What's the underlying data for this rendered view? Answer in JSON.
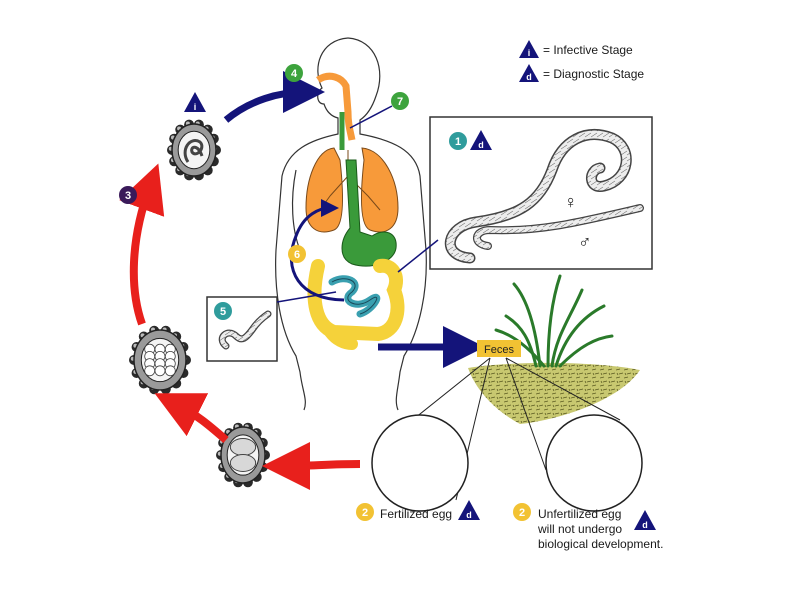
{
  "legend": {
    "infective_letter": "i",
    "infective_label": "= Infective Stage",
    "diagnostic_letter": "d",
    "diagnostic_label": "= Diagnostic Stage"
  },
  "steps": {
    "s1": "1",
    "s2a": "2",
    "s2b": "2",
    "s3": "3",
    "s4": "4",
    "s5": "5",
    "s6": "6",
    "s7": "7"
  },
  "symbols": {
    "female": "♀",
    "male": "♂"
  },
  "labels": {
    "feces": "Feces",
    "fertilized_egg": "Fertilized egg",
    "unfertilized_line1": "Unfertilized egg",
    "unfertilized_line2": "will not undergo",
    "unfertilized_line3": "biological development."
  },
  "colors": {
    "navy": "#14147a",
    "red": "#e8201c",
    "step_teal": "#2f9c9c",
    "step_green": "#3da33d",
    "step_yellow": "#f2c233",
    "step_purple": "#3a1a5a",
    "lung_orange": "#f79a3a",
    "gut_green": "#3a9a3a",
    "intestine_yellow": "#f5d23a",
    "feces_box": "#f2c233",
    "soil": "#c8c870"
  }
}
